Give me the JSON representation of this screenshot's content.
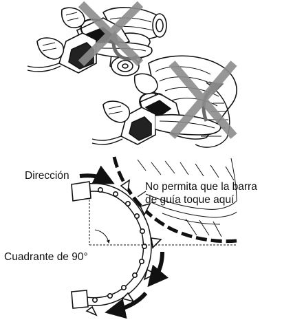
{
  "labels": {
    "direction": "Dirección",
    "warning_line1": "No permita que la barra",
    "warning_line2": "de guía toque aquí",
    "quadrant": "Cuadrante de 90°"
  },
  "colors": {
    "ink": "#111111",
    "cross": "#8c8c8c",
    "arrow": "#6b6b6b",
    "background": "#ffffff"
  },
  "icons": {
    "top_scene": "hands-holding-chainsaw-over-logs",
    "middle_scene": "hands-holding-chainsaw-at-stump",
    "prohibition": "x-cross-mark",
    "chain": "saw-chain-links"
  }
}
